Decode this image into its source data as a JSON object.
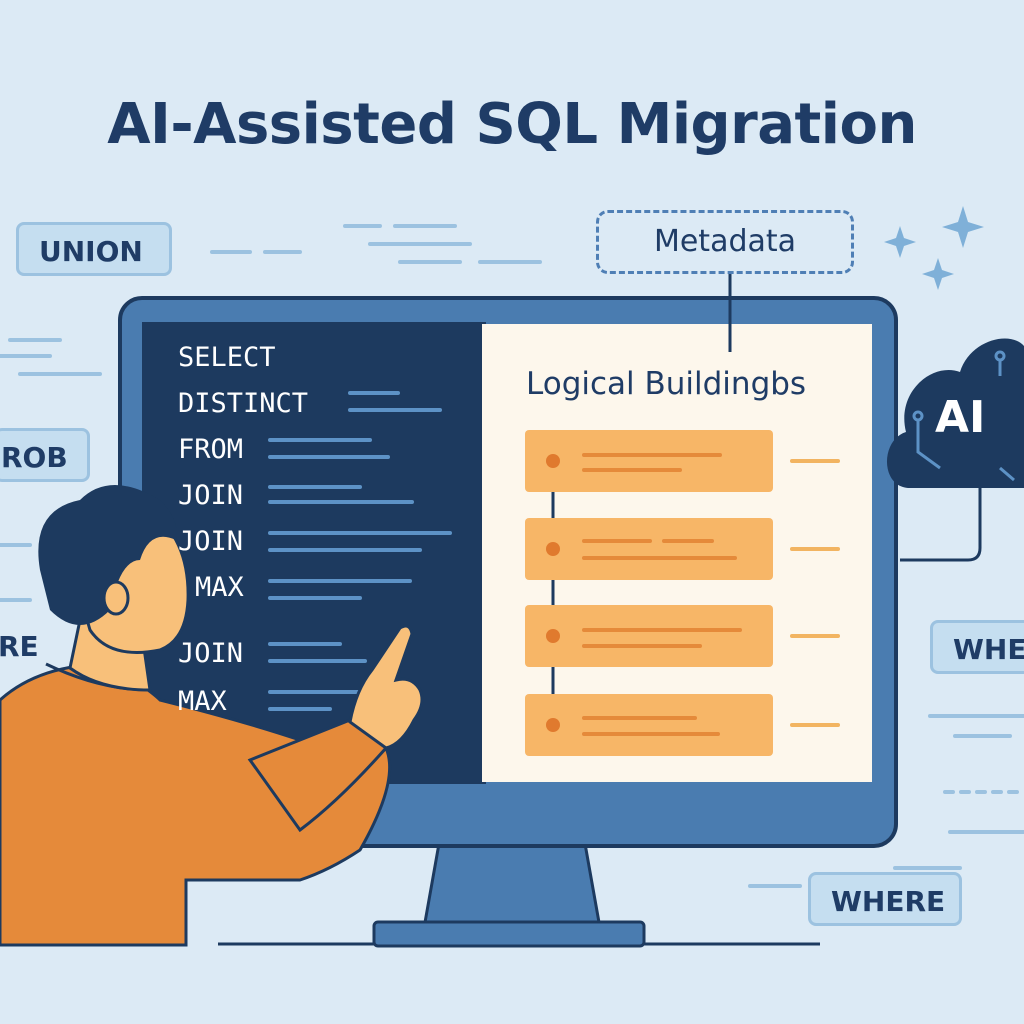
{
  "title": "AI-Assisted SQL Migration",
  "tags": {
    "union": "UNION",
    "rob": "ROB",
    "re": "RE",
    "whe": "WHE",
    "where": "WHERE"
  },
  "metadata_label": "Metadata",
  "ai_label": "AI",
  "panel": {
    "title": "Logical Buildingbs",
    "block_count_visible": 4
  },
  "code_lines": [
    "SELECT",
    "DISTINCT",
    "FROM",
    "JOIN",
    "JOIN",
    "MAX",
    "JOIN",
    "MAX"
  ],
  "colors": {
    "background": "#dceaf5",
    "title": "#1f3c66",
    "monitor_frame": "#4a7cb0",
    "code_bg": "#1d3a5f",
    "panel_bg": "#fdf7ec",
    "block": "#f7b667",
    "shirt": "#e58a3a",
    "skin": "#f8c07a",
    "hair": "#1d3a5f"
  },
  "icons": [
    "sparkle-icon",
    "ai-cloud-icon",
    "pointing-hand-icon"
  ]
}
